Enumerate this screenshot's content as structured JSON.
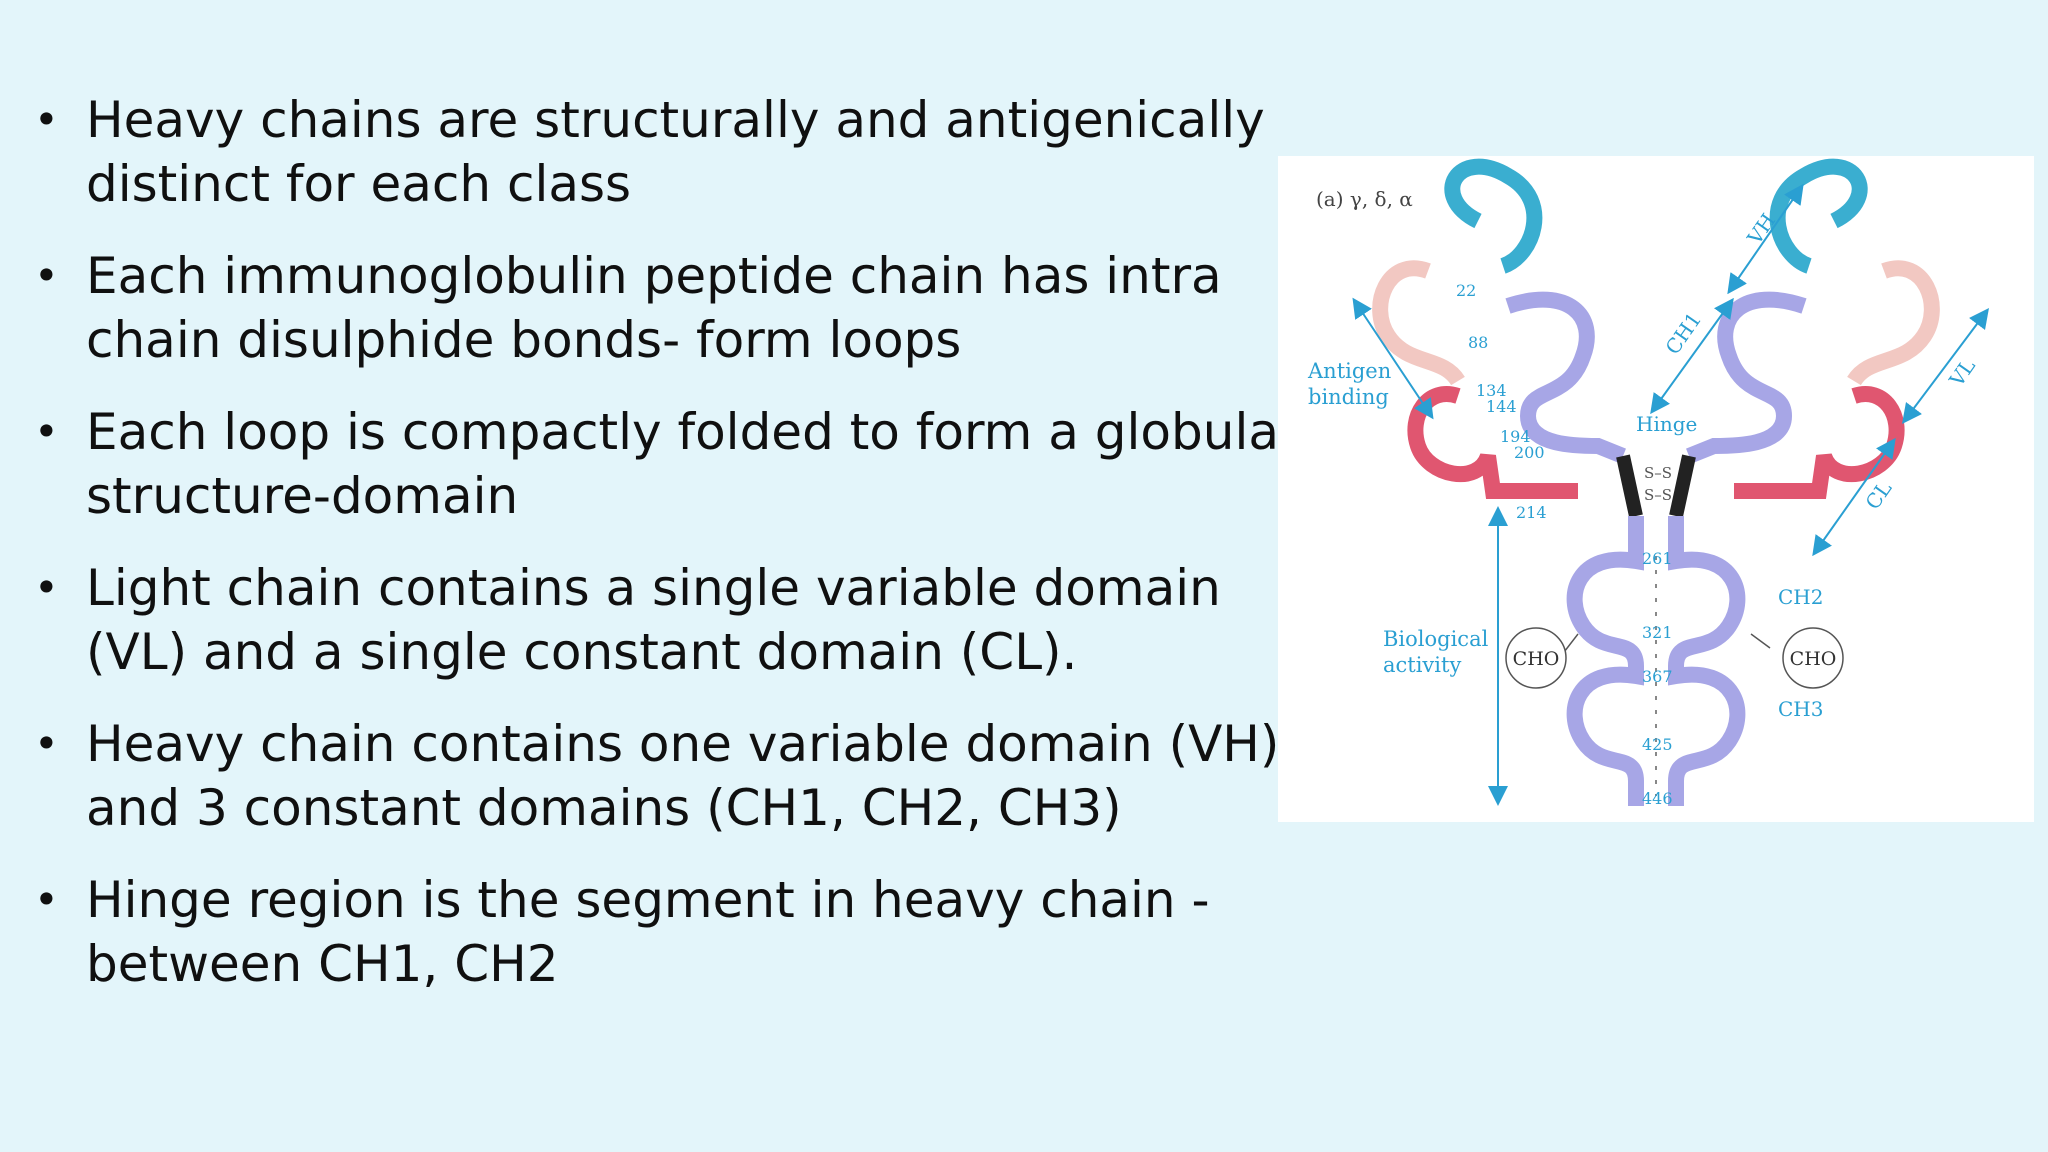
{
  "bullets": [
    {
      "lines": [
        "Heavy chains are structurally and antigenically",
        "distinct for each class"
      ]
    },
    {
      "lines": [
        "Each immunoglobulin peptide chain has intra",
        "chain disulphide bonds- form loops"
      ]
    },
    {
      "lines": [
        "Each loop is compactly folded to form a globular",
        "structure-domain"
      ]
    },
    {
      "lines": [
        "Light chain contains a single variable domain",
        "(VL) and a single constant domain (CL)."
      ]
    },
    {
      "lines": [
        "Heavy chain contains one variable domain (VH)",
        "and 3 constant domains (CH1, CH2, CH3)"
      ]
    },
    {
      "lines": [
        "Hinge region is the segment in heavy chain -",
        "between CH1, CH2"
      ]
    }
  ],
  "figure": {
    "panel_label": "(a) γ, δ, α",
    "antigen_binding": [
      "Antigen",
      "binding"
    ],
    "biological_activity": [
      "Biological",
      "activity"
    ],
    "hinge": "Hinge",
    "vh": "VH",
    "vl": "VL",
    "ch1": "CH1",
    "cl": "CL",
    "ch2": "CH2",
    "ch3": "CH3",
    "cho_left": "CHO",
    "cho_right": "CHO",
    "numbers": {
      "n22": "22",
      "n88": "88",
      "n134": "134",
      "n144": "144",
      "n194": "194",
      "n200": "200",
      "n214": "214",
      "n261": "261",
      "n321": "321",
      "n367": "367",
      "n425": "425",
      "n446": "446"
    },
    "ss": "S–S",
    "colors": {
      "vh": "#3aaed0",
      "heavy_constant": "#a7a6e6",
      "vl": "#f2c8c2",
      "cl": "#e05670",
      "hinge": "#222222",
      "annotation": "#2a9fd2"
    }
  }
}
